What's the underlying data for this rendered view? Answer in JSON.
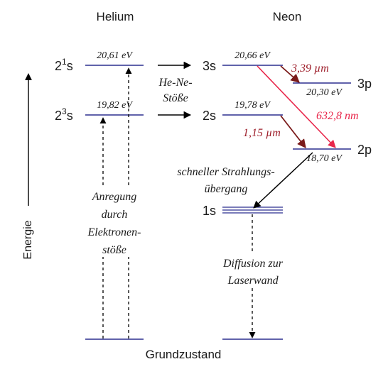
{
  "headers": {
    "helium": "Helium",
    "neon": "Neon"
  },
  "axis": {
    "energy": "Energie"
  },
  "ground": {
    "label": "Grundzustand"
  },
  "helium_levels": {
    "singlet": {
      "term_main": "2",
      "term_sup": "1",
      "term_end": "s",
      "energy": "20,61 eV"
    },
    "triplet": {
      "term_main": "2",
      "term_sup": "3",
      "term_end": "s",
      "energy": "19,82 eV"
    }
  },
  "neon_levels": {
    "s3": {
      "label": "3s",
      "energy": "20,66 eV"
    },
    "p3": {
      "label": "3p",
      "energy": "20,30 eV"
    },
    "s2": {
      "label": "2s",
      "energy": "19,78 eV"
    },
    "p2": {
      "label": "2p",
      "energy": "18,70 eV"
    },
    "s1": {
      "label": "1s"
    }
  },
  "transitions": {
    "collisions_line1": "He-Ne-",
    "collisions_line2": "Stöße",
    "wl_339": "3,39 µm",
    "wl_6328": "632,8 nm",
    "wl_115": "1,15 µm"
  },
  "notes": {
    "excitation": [
      "Anregung",
      "durch",
      "Elektronen-",
      "stöße"
    ],
    "fast_transition": [
      "schneller Strahlungs-",
      "übergang"
    ],
    "diffusion": [
      "Diffusion zur",
      "Laserwand"
    ]
  },
  "colors": {
    "level": "#2b2f8f",
    "laser": "#e8274b",
    "wavelength_text": "#9e1f2b",
    "arrow_dark": "#7a1a1a",
    "text": "#1a1a1a"
  }
}
